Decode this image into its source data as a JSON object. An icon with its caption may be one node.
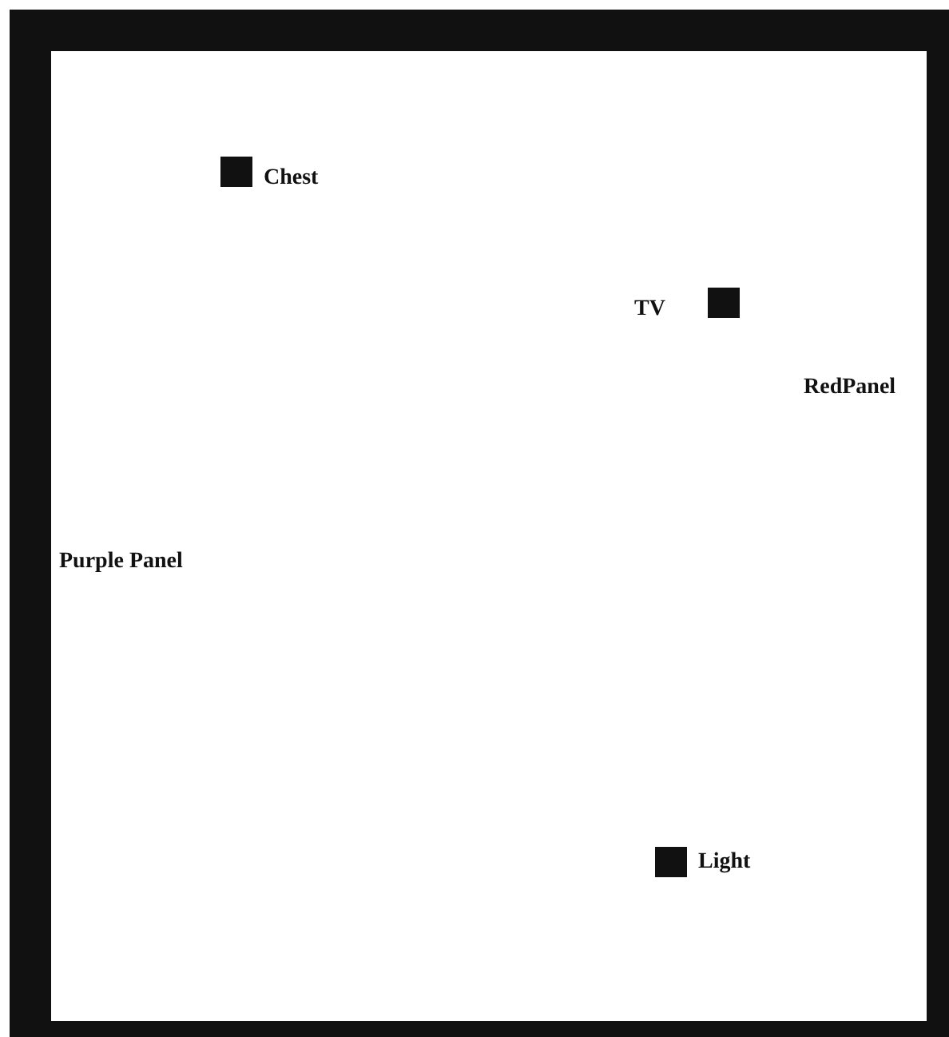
{
  "diagram": {
    "nodes": [
      {
        "text": [],
        "shape": "box",
        "beside": [
          "Chest"
        ]
      },
      {
        "text": [],
        "shape": "box",
        "beside": [
          "TV"
        ]
      },
      {
        "text": [],
        "shape": "box",
        "beside": [
          "Light"
        ]
      }
    ],
    "labels": [
      "RedPanel",
      "Purple Panel"
    ]
  }
}
